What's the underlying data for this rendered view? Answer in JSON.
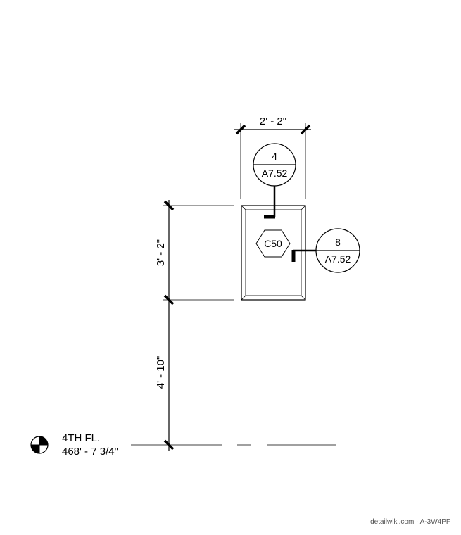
{
  "dimensions": {
    "width_top": "2' - 2\"",
    "height_opening": "3' - 2\"",
    "height_sill": "4' - 10\""
  },
  "section_tags": [
    {
      "number": "4",
      "sheet": "A7.52"
    },
    {
      "number": "8",
      "sheet": "A7.52"
    }
  ],
  "window_type_tag": "C50",
  "level": {
    "name": "4TH FL.",
    "elevation": "468' - 7 3/4\""
  },
  "watermark": "detailwiki.com · A-3W4PF",
  "colors": {
    "line": "#000000",
    "background": "#ffffff"
  }
}
